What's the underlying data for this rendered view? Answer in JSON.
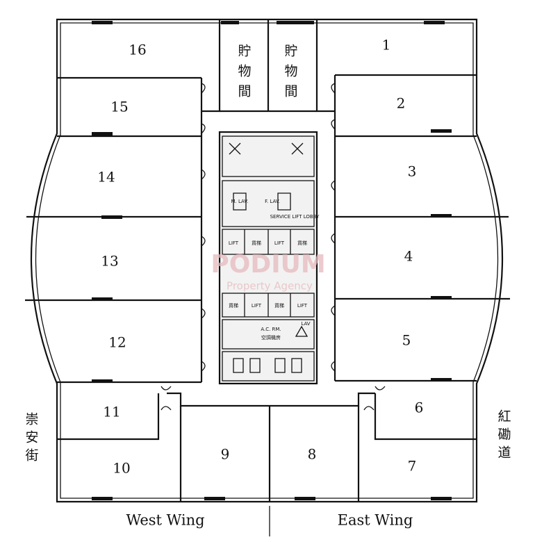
{
  "units": [
    {
      "id": "u1",
      "label": "1"
    },
    {
      "id": "u2",
      "label": "2"
    },
    {
      "id": "u3",
      "label": "3"
    },
    {
      "id": "u4",
      "label": "4"
    },
    {
      "id": "u5",
      "label": "5"
    },
    {
      "id": "u6",
      "label": "6"
    },
    {
      "id": "u7",
      "label": "7"
    },
    {
      "id": "u8",
      "label": "8"
    },
    {
      "id": "u9",
      "label": "9"
    },
    {
      "id": "u10",
      "label": "10"
    },
    {
      "id": "u11",
      "label": "11"
    },
    {
      "id": "u12",
      "label": "12"
    },
    {
      "id": "u13",
      "label": "13"
    },
    {
      "id": "u14",
      "label": "14"
    },
    {
      "id": "u15",
      "label": "15"
    },
    {
      "id": "u16",
      "label": "16"
    }
  ],
  "storage": {
    "label_chars": [
      "貯",
      "物",
      "間"
    ]
  },
  "core_labels": {
    "lift": "LIFT",
    "lift_cn": "貨梯",
    "m_lav": "M. LAV.",
    "f_lav": "F. LAV.",
    "service_lift_lobby": "SERVICE LIFT LOBBY",
    "lav": "LAV",
    "ac_rm": "A.C. RM.",
    "ac_rm_cn": "空調機房"
  },
  "streets": {
    "west": [
      "崇",
      "安",
      "街"
    ],
    "east": [
      "紅",
      "磡",
      "道"
    ]
  },
  "wings": {
    "west": "West Wing",
    "east": "East Wing"
  },
  "watermark": {
    "brand": "PODIUM",
    "tagline": "Property Agency"
  }
}
